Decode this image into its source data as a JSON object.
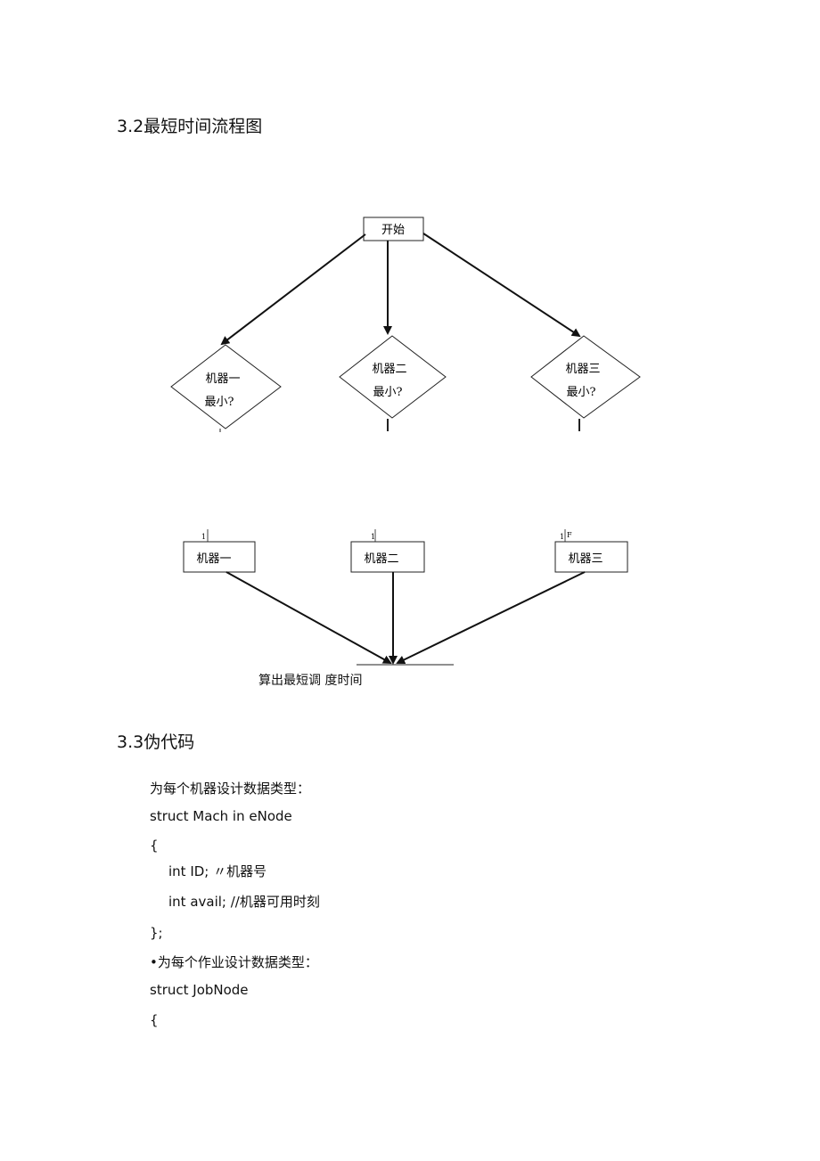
{
  "section_3_2": {
    "heading": "3.2最短时间流程图"
  },
  "flowchart": {
    "start": "开始",
    "decisions": [
      {
        "line1": "机器一",
        "line2": "最小?"
      },
      {
        "line1": "机器二",
        "line2": "最小?"
      },
      {
        "line1": "机器三",
        "line2": "最小?"
      }
    ],
    "branch_marks": [
      "1",
      "1",
      "1",
      "F"
    ],
    "machines": [
      "机器一",
      "机器二",
      "机器三"
    ],
    "result": "算出最短调  度时间"
  },
  "section_3_3": {
    "heading": "3.3伪代码",
    "lines": [
      "为每个机器设计数据类型：",
      "struct Mach in eNode",
      "{",
      "int ID; 〃机器号",
      "int avail; //机器可用时刻",
      "};",
      "•为每个作业设计数据类型：",
      "struct JobNode",
      "{"
    ]
  }
}
